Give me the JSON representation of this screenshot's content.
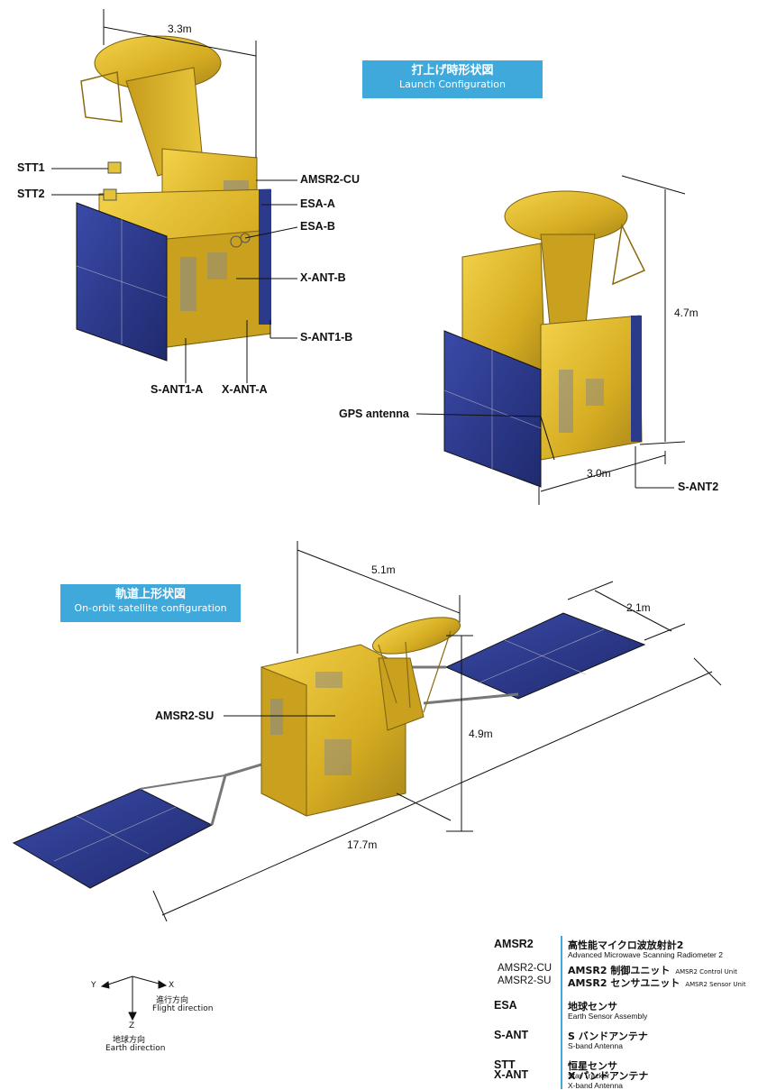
{
  "launch_title": {
    "jp": "打上げ時形状図",
    "en": "Launch Configuration"
  },
  "orbit_title": {
    "jp": "軌道上形状図",
    "en": "On-orbit satellite configuration"
  },
  "launch_labels": {
    "stt1": "STT1",
    "stt2": "STT2",
    "amsr2_cu": "AMSR2-CU",
    "esa_a": "ESA-A",
    "esa_b": "ESA-B",
    "x_ant_b": "X-ANT-B",
    "s_ant1_b": "S-ANT1-B",
    "s_ant1_a": "S-ANT1-A",
    "x_ant_a": "X-ANT-A",
    "gps_antenna": "GPS antenna",
    "s_ant2": "S-ANT2"
  },
  "dimensions": {
    "launch_width": "3.3m",
    "launch_height": "4.7m",
    "launch_depth": "3.0m",
    "orbit_width": "5.1m",
    "panel_width": "2.1m",
    "orbit_height": "4.9m",
    "orbit_span": "17.7m"
  },
  "orbit_labels": {
    "amsr2_su": "AMSR2-SU"
  },
  "axes": {
    "y": "Y",
    "x": "X",
    "z": "Z",
    "flight_jp": "進行方向",
    "flight_en": "Flight direction",
    "earth_jp": "地球方向",
    "earth_en": "Earth direction"
  },
  "legend": [
    {
      "key": "AMSR2",
      "jp": "高性能マイクロ波放射計2",
      "en": "Advanced Microwave Scanning Radiometer 2"
    },
    {
      "key": "AMSR2-CU",
      "jp": "AMSR2 制御ユニット",
      "en": "AMSR2 Control Unit"
    },
    {
      "key": "AMSR2-SU",
      "jp": "AMSR2 センサユニット",
      "en": "AMSR2 Sensor Unit"
    },
    {
      "key": "ESA",
      "jp": "地球センサ",
      "en": "Earth Sensor Assembly"
    },
    {
      "key": "S-ANT",
      "jp": "S バンドアンテナ",
      "en": "S-band Antenna"
    },
    {
      "key": "STT",
      "jp": "恒星センサ",
      "en": "Star Tracker"
    },
    {
      "key": "X-ANT",
      "jp": "X バンドアンテナ",
      "en": "X-band Antenna"
    }
  ],
  "colors": {
    "body": "#d8b52a",
    "panel": "#2c3a8c",
    "badge": "#3fa9dc"
  }
}
